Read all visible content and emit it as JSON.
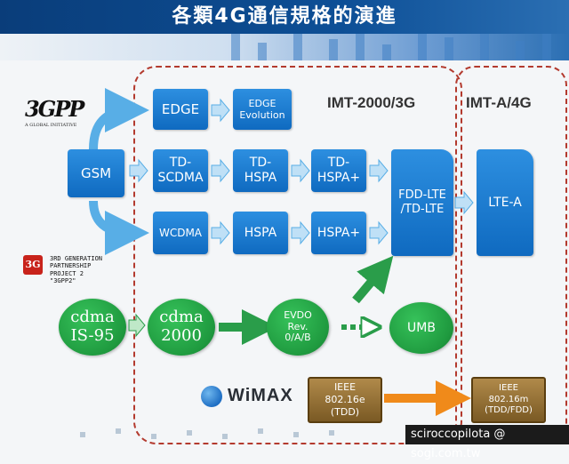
{
  "title": "各類4G通信規格的演進",
  "regions": {
    "imt2000": "IMT-2000/3G",
    "imta": "IMT-A/4G"
  },
  "logos": {
    "gpp_mark": "3GPP",
    "gpp_tagline": "A GLOBAL INITIATIVE",
    "gpp2_badge": "3G",
    "gpp2_text": "3RD GENERATION\nPARTNERSHIP\nPROJECT 2\n\"3GPP2\"",
    "wimax": "WiMAX"
  },
  "nodes": {
    "gsm": "GSM",
    "edge": "EDGE",
    "edge_evolution": "EDGE\nEvolution",
    "td_scdma": "TD-\nSCDMA",
    "td_hspa": "TD-\nHSPA",
    "td_hspa_plus": "TD-\nHSPA+",
    "wcdma": "WCDMA",
    "hspa": "HSPA",
    "hspa_plus": "HSPA+",
    "fdd_lte": "FDD-LTE\n/TD-LTE",
    "lte_a": "LTE-A",
    "cdma_is95": "cdma\nIS-95",
    "cdma2000": "cdma\n2000",
    "evdo": "EVDO\nRev.\n0/A/B",
    "umb": "UMB",
    "ieee_80216e": "IEEE\n802.16e\n(TDD)",
    "ieee_80216m": "IEEE\n802.16m\n(TDD/FDD)"
  },
  "watermark": "sciroccopilota @ sogi.com.tw",
  "colors": {
    "title_bg": "#0a3d7a",
    "box_blue": "#1478d0",
    "circle_green": "#1f9a3f",
    "ieee_brown": "#8a6a30",
    "region_dash": "#b33a2e",
    "arrow_light": "#58aee6",
    "arrow_green": "#2a9d4a",
    "arrow_orange": "#f08a1a"
  }
}
